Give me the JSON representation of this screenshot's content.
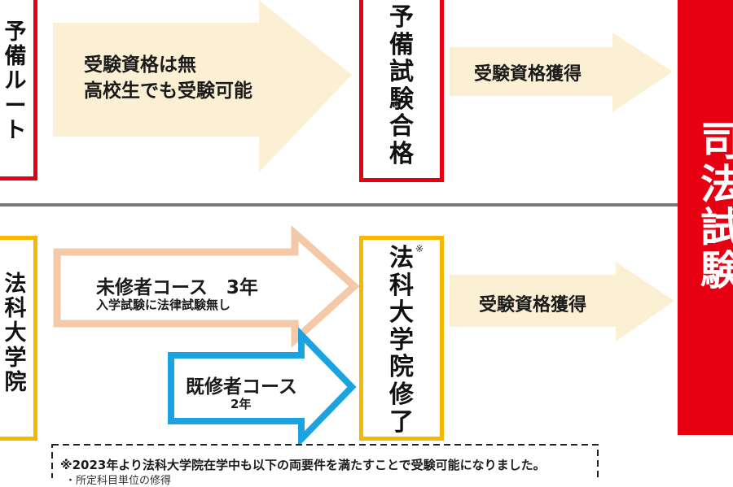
{
  "colors": {
    "red": "#e60012",
    "orange": "#f6b700",
    "peach": "#f3c9a8",
    "cream": "#fbf0d4",
    "blue": "#1aa3e0",
    "divider": "#7a7a7a"
  },
  "top": {
    "route_label": "予備ルート",
    "arrow_line1": "受験資格は無",
    "arrow_line2": "高校生でも受験可能",
    "pass_box": "予備試験合格",
    "qualify": "受験資格獲得"
  },
  "bottom": {
    "route_label": "法科大学院",
    "mishu_title": "未修者コース　3年",
    "mishu_sub": "入学試験に法律試験無し",
    "kishu_title": "既修者コース",
    "kishu_sub": "2年",
    "grad_box": "法科大学院修了",
    "grad_mark": "※",
    "qualify": "受験資格獲得"
  },
  "exam_box": "司法試験",
  "note": {
    "line1": "※2023年より法科大学院在学中も以下の両要件を満たすことで受験可能になりました。",
    "line2": "・所定科目単位の修得"
  }
}
